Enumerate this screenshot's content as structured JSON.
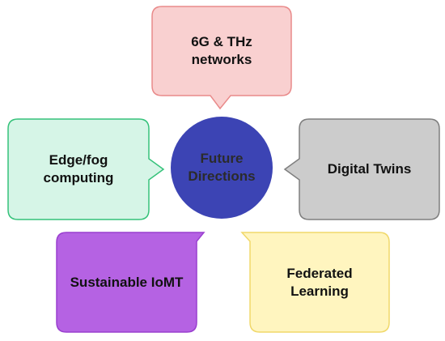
{
  "diagram": {
    "center": {
      "label": "Future\nDirections",
      "fill": "#3c44b4"
    },
    "nodes": [
      {
        "id": "top",
        "label": "6G & THz\nnetworks",
        "fill": "#f9d0d0",
        "stroke": "#e98a8a"
      },
      {
        "id": "left",
        "label": "Edge/fog\ncomputing",
        "fill": "#d6f5e7",
        "stroke": "#35c27a"
      },
      {
        "id": "right",
        "label": "Digital Twins",
        "fill": "#cccccc",
        "stroke": "#7e7e7e"
      },
      {
        "id": "bottom-left",
        "label": "Sustainable IoMT",
        "fill": "#b562e3",
        "stroke": "#9a3fcf"
      },
      {
        "id": "bottom-right",
        "label": "Federated\nLearning",
        "fill": "#fff5bf",
        "stroke": "#f0d86a"
      }
    ]
  }
}
